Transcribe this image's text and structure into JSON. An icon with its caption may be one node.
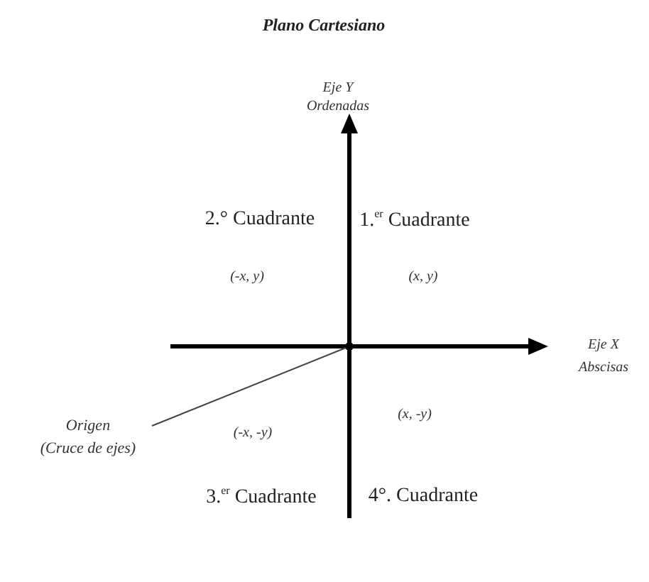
{
  "diagram": {
    "title": "Plano Cartesiano",
    "nodes": [
      {
        "text": [
          "Origen",
          "(Cruce de ejes)"
        ]
      },
      {
        "text": [],
        "shape": "point"
      }
    ],
    "edges": [
      {
        "from": 0,
        "to": 1,
        "arrow": "none"
      }
    ],
    "labels": [
      "Eje Y",
      "Ordenadas",
      "2.° Cuadrante",
      "1.$^{er}$ Cuadrante",
      "(-x, y)",
      "(x, y)",
      "Eje X",
      "Abscisas",
      "(x, -y)",
      "(-x, -y)",
      "3.$^{er}$ Cuadrante",
      "4°. Cuadrante"
    ]
  }
}
